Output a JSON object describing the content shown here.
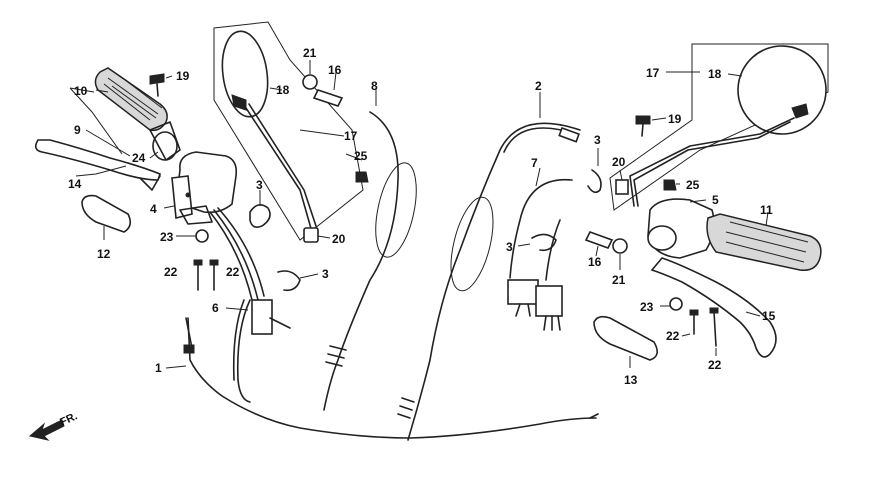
{
  "callouts": {
    "n1": "1",
    "n2": "2",
    "n3a": "3",
    "n3b": "3",
    "n3c": "3",
    "n3d": "3",
    "n4": "4",
    "n5": "5",
    "n6": "6",
    "n7": "7",
    "n8": "8",
    "n9": "9",
    "n10": "10",
    "n11": "11",
    "n12": "12",
    "n13": "13",
    "n14": "14",
    "n15": "15",
    "n16a": "16",
    "n16b": "16",
    "n17a": "17",
    "n17b": "17",
    "n18a": "18",
    "n18b": "18",
    "n19a": "19",
    "n19b": "19",
    "n20a": "20",
    "n20b": "20",
    "n21a": "21",
    "n21b": "21",
    "n22a": "22",
    "n22b": "22",
    "n22c": "22",
    "n22d": "22",
    "n23a": "23",
    "n23b": "23",
    "n24": "24",
    "n25a": "25",
    "n25b": "25"
  },
  "direction_marker": "FR.",
  "icons": [
    "front-direction-arrow-icon"
  ],
  "colors": {
    "line": "#222222",
    "background": "#ffffff"
  }
}
